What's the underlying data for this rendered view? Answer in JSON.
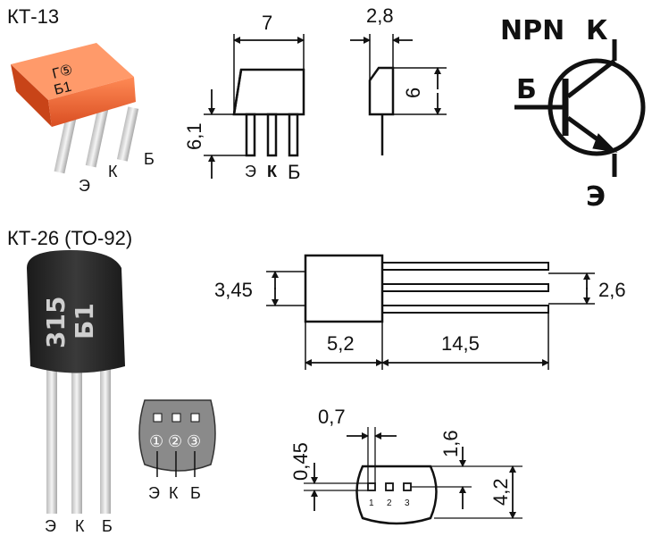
{
  "kt13": {
    "title": "КТ-13",
    "case_marking": [
      "Г⑤",
      "Б1"
    ],
    "photo_pins": [
      "Э",
      "К",
      "Б"
    ],
    "drawing_pins": [
      "Э",
      "К",
      "Б"
    ],
    "dims": {
      "width": "7",
      "height": "6,1",
      "side_width": "2,8",
      "side_height": "6"
    }
  },
  "symbol": {
    "type_label": "NPN",
    "collector": "К",
    "base": "Б",
    "emitter": "Э"
  },
  "kt26": {
    "title": "КТ-26 (ТО-92)",
    "case_marking": [
      "315",
      "Б1"
    ],
    "photo_pins": [
      "Э",
      "К",
      "Б"
    ],
    "pinout_numbers": [
      "①",
      "②",
      "③"
    ],
    "pinout_letters": [
      "Э",
      "К",
      "Б"
    ],
    "dims": {
      "body_height": "3,45",
      "lead_height": "2,6",
      "body_length": "5,2",
      "lead_length": "14,5"
    },
    "end_view": {
      "pin_spacing": "0,7",
      "pin_offset": "0,45",
      "top_gap": "1,6",
      "height": "4,2",
      "pin_numbers": [
        "1",
        "2",
        "3"
      ]
    }
  },
  "colors": {
    "kt13_body": "#f06a3a",
    "kt26_body": "#2a2a2a",
    "line": "#111111"
  }
}
